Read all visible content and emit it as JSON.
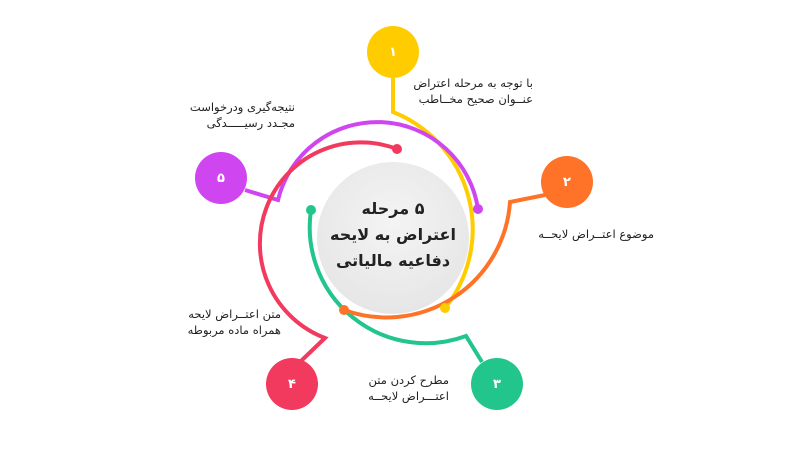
{
  "title": [
    "۵ مرحله",
    "اعتراض به لایحه",
    "دفاعیه مالیاتی"
  ],
  "steps": [
    {
      "number": "۱",
      "lines": [
        "با توجه به مرحله اعتراض",
        "عنــوان صحیح مخــاطب"
      ],
      "color": "#FFCC00"
    },
    {
      "number": "۲",
      "lines": [
        "موضوع اعتــراض لایحــه"
      ],
      "color": "#FF7328"
    },
    {
      "number": "۳",
      "lines": [
        "مطرح کردن متن",
        "اعتـــراض لایحــه"
      ],
      "color": "#22C58B"
    },
    {
      "number": "۴",
      "lines": [
        "متن اعتــراض لایحه",
        "همراه ماده مربوطه"
      ],
      "color": "#F2395E"
    },
    {
      "number": "۵",
      "lines": [
        "نتیجه‌گیری ودرخواست",
        "مجـدد رسیـــــدگی"
      ],
      "color": "#CF45F0"
    }
  ]
}
